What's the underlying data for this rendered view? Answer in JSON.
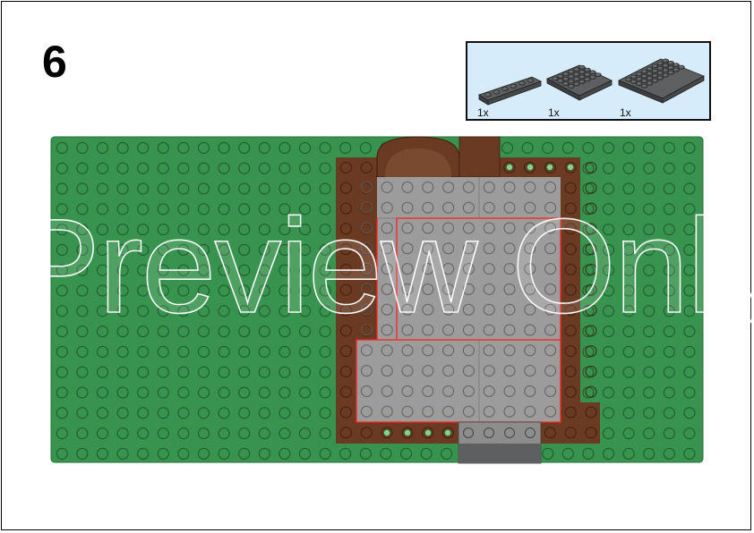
{
  "step": {
    "number": "6"
  },
  "parts_list": {
    "items": [
      {
        "name": "plate-1x6-dark-gray",
        "qty": "1x"
      },
      {
        "name": "plate-4x6-dark-gray",
        "qty": "1x"
      },
      {
        "name": "plate-4x8-dark-gray",
        "qty": "1x"
      }
    ]
  },
  "watermark": {
    "text": "Preview Only"
  },
  "colors": {
    "baseplate_green": "#38934f",
    "reddish_brown": "#6a3a22",
    "medium_stone_gray": "#9c9c9c",
    "dark_stone_gray": "#5d5f60",
    "parts_box_bg": "#d6ecfa",
    "highlight_red": "#ff2020"
  }
}
